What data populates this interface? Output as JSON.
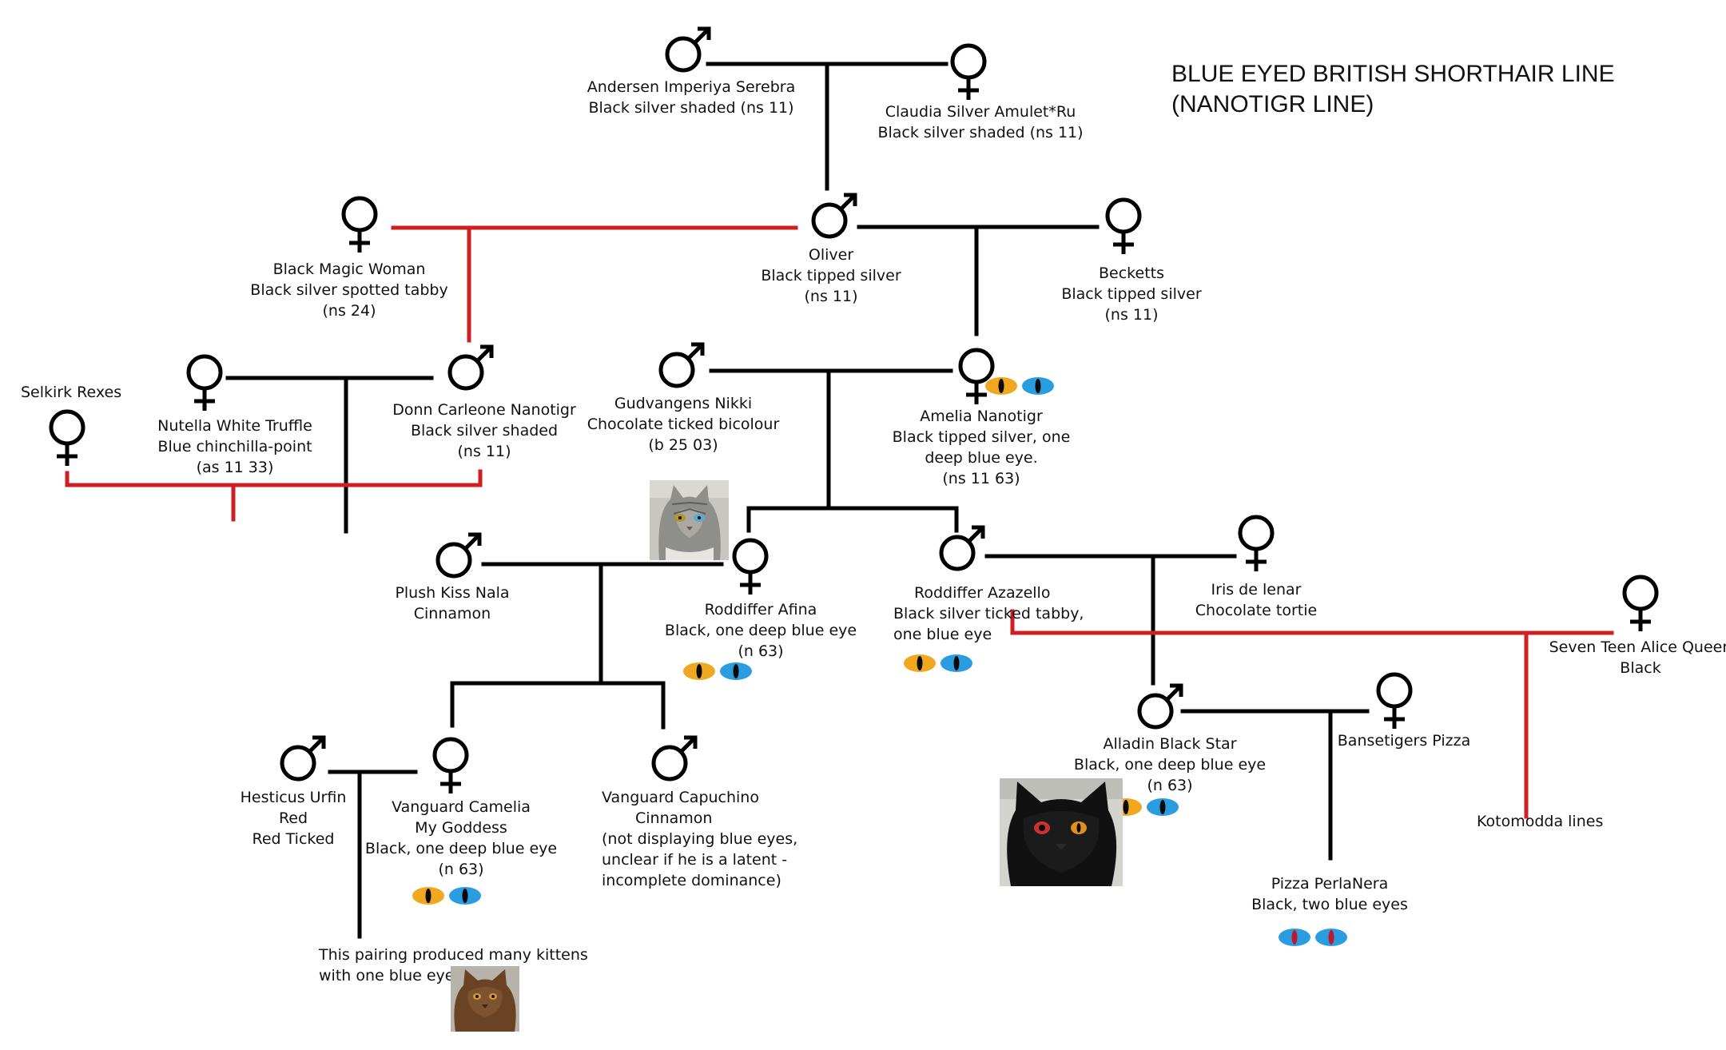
{
  "title": {
    "line1": "BLUE EYED BRITISH SHORTHAIR LINE",
    "line2": "(NANOTIGR LINE)"
  },
  "colors": {
    "line": "#000000",
    "red_line": "#d01f24",
    "eye_orange": "#f0a820",
    "eye_blue": "#2a9de0",
    "eye_red": "#c4162a"
  },
  "cats": {
    "andersen": {
      "sex": "male",
      "lines": [
        "Andersen Imperiya Serebra",
        "Black silver shaded (ns 11)"
      ]
    },
    "claudia": {
      "sex": "female",
      "lines": [
        "Claudia Silver Amulet*Ru",
        "Black silver shaded (ns 11)"
      ]
    },
    "oliver": {
      "sex": "male",
      "lines": [
        "Oliver",
        "Black tipped silver",
        "(ns 11)"
      ]
    },
    "black_magic_woman": {
      "sex": "female",
      "lines": [
        "Black Magic Woman",
        "Black silver spotted tabby",
        "(ns 24)"
      ]
    },
    "becketts": {
      "sex": "female",
      "lines": [
        "Becketts",
        "Black tipped silver",
        "(ns 11)"
      ]
    },
    "selkirk": {
      "sex": "female",
      "lines": [
        "Selkirk Rexes"
      ]
    },
    "nutella": {
      "sex": "female",
      "lines": [
        "Nutella White Truffle",
        "Blue chinchilla-point",
        "(as 11 33)"
      ]
    },
    "donn": {
      "sex": "male",
      "lines": [
        "Donn Carleone Nanotigr",
        "Black silver shaded",
        "(ns 11)"
      ]
    },
    "gudvangens": {
      "sex": "male",
      "lines": [
        "Gudvangens Nikki",
        "Chocolate ticked bicolour",
        "(b 25 03)"
      ]
    },
    "amelia": {
      "sex": "female",
      "lines": [
        "Amelia Nanotigr",
        "Black tipped silver, one",
        "deep blue eye.",
        "(ns 11 63)"
      ],
      "eyes": "one-blue"
    },
    "plush": {
      "sex": "male",
      "lines": [
        "Plush Kiss Nala",
        "Cinnamon"
      ]
    },
    "afina": {
      "sex": "female",
      "lines": [
        "Roddiffer Afina",
        "Black, one deep blue eye",
        "(n 63)"
      ],
      "eyes": "one-blue"
    },
    "azazello": {
      "sex": "male",
      "lines": [
        "Roddiffer Azazello",
        "Black silver ticked tabby,",
        "one blue eye"
      ],
      "eyes": "one-blue"
    },
    "iris": {
      "sex": "female",
      "lines": [
        "Iris de lenar",
        "Chocolate tortie"
      ]
    },
    "seven_teen": {
      "sex": "female",
      "lines": [
        "Seven Teen Alice Queen",
        "Black"
      ]
    },
    "hesticus": {
      "sex": "male",
      "lines": [
        "Hesticus Urfin",
        "Red",
        "Red Ticked"
      ]
    },
    "camelia": {
      "sex": "female",
      "lines": [
        "Vanguard Camelia",
        "My Goddess",
        "Black, one deep blue eye",
        "(n 63)"
      ],
      "eyes": "one-blue"
    },
    "capuchino": {
      "sex": "male",
      "lines": [
        "Vanguard Capuchino",
        "Cinnamon",
        "(not displaying blue eyes,",
        "unclear if he is a latent -",
        "incomplete dominance)"
      ]
    },
    "alladin": {
      "sex": "male",
      "lines": [
        "Alladin Black Star",
        "Black, one deep blue eye",
        "(n 63)"
      ],
      "eyes": "one-blue"
    },
    "bansetigers": {
      "sex": "female",
      "lines": [
        "Bansetigers Pizza"
      ]
    },
    "pizza_perlanera": {
      "lines": [
        "Pizza PerlaNera",
        "Black, two blue eyes"
      ],
      "eyes": "two-blue"
    }
  },
  "notes": {
    "kotomodda": "Kotomodda lines",
    "pairing": [
      "This pairing produced many kittens",
      "with one blue eye."
    ]
  },
  "photos": {
    "afina_photo": "grey-silver-cat-photo",
    "alladin_photo": "black-cat-photo",
    "kitten_photo": "brown-kitten-photo"
  }
}
